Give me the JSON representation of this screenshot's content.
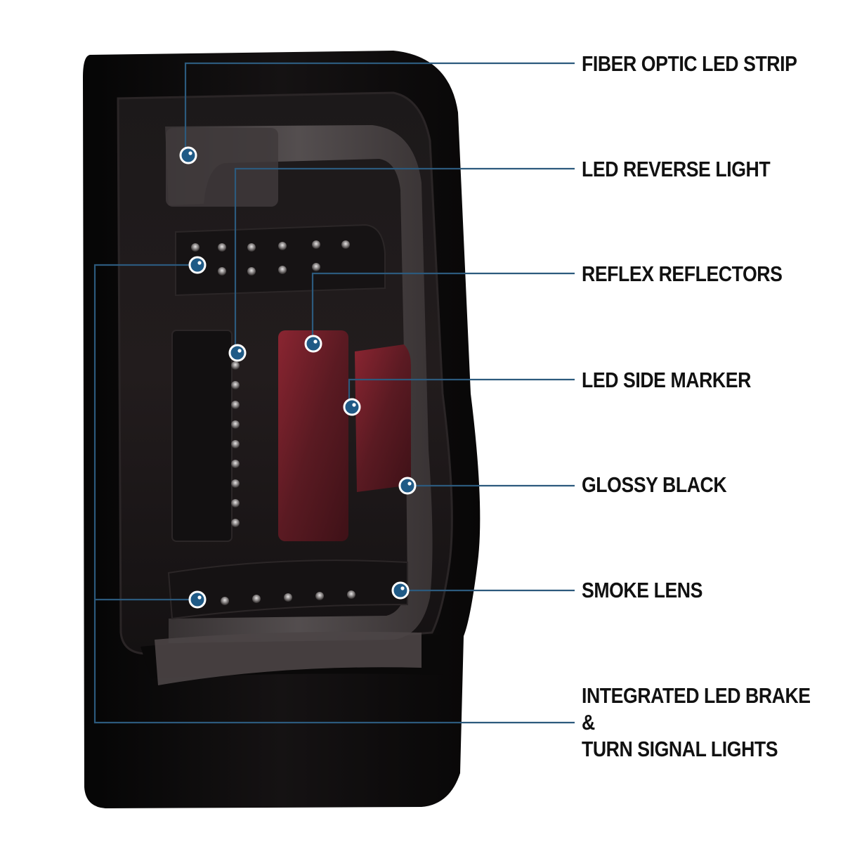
{
  "callouts": {
    "fiber_optic_led_strip": "FIBER OPTIC LED STRIP",
    "led_reverse_light": "LED REVERSE LIGHT",
    "reflex_reflectors": "REFLEX REFLECTORS",
    "led_side_marker": "LED SIDE MARKER",
    "glossy_black": "GLOSSY BLACK",
    "smoke_lens": "SMOKE LENS",
    "integrated_led_brake": {
      "line1": "INTEGRATED LED BRAKE",
      "line2": "&",
      "line3": "TURN SIGNAL LIGHTS"
    }
  },
  "colors": {
    "leader_line": "#2c5a7d",
    "dot_fill": "#1f5a86",
    "dot_ring": "#ffffff",
    "housing": "#0c0b0c",
    "smoke_lens": "#1a1617",
    "reflector": "#6a1a22"
  }
}
